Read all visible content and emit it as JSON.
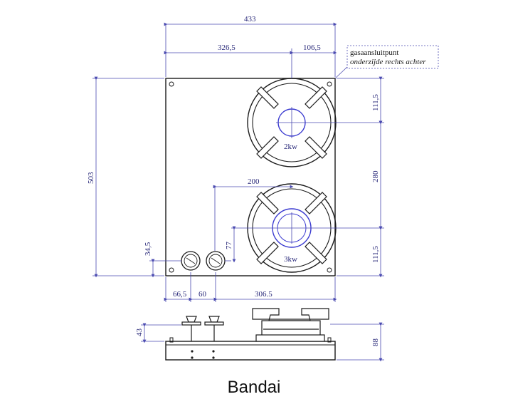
{
  "dimensions": {
    "total_width": "433",
    "width_left": "326,5",
    "width_right": "106,5",
    "height_total": "503",
    "burner_top_offset": "111,5",
    "burner_spacing": "280",
    "burner_bottom_offset": "111,5",
    "burner_x": "200",
    "knob_height": "34,5",
    "knob_vertical": "77",
    "knob_left": "66,5",
    "knob_spacing": "60",
    "knob_to_edge": "306.5",
    "side_knob_height": "43",
    "side_total_height": "88"
  },
  "gas_note": {
    "line1": "gasaansluitpunt",
    "line2": "onderzijde rechts achter"
  },
  "burners": {
    "top_power": "2kw",
    "bottom_power": "3kw"
  },
  "caption": "Bandai"
}
